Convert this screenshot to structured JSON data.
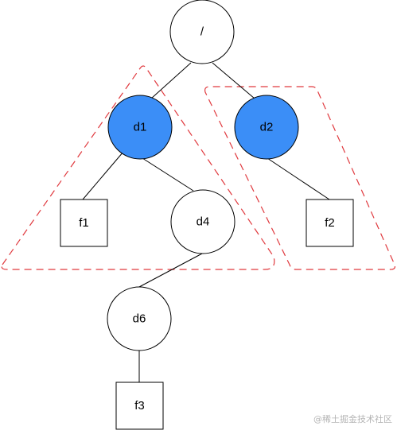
{
  "colors": {
    "selected_fill": "#3b8ef7",
    "default_fill": "#ffffff",
    "stroke": "#000000",
    "group_outline": "#e0393e"
  },
  "nodes": {
    "root": {
      "label": "/",
      "shape": "circle",
      "selected": false
    },
    "d1": {
      "label": "d1",
      "shape": "circle",
      "selected": true
    },
    "d2": {
      "label": "d2",
      "shape": "circle",
      "selected": true
    },
    "f1": {
      "label": "f1",
      "shape": "square",
      "selected": false
    },
    "d4": {
      "label": "d4",
      "shape": "circle",
      "selected": false
    },
    "f2": {
      "label": "f2",
      "shape": "square",
      "selected": false
    },
    "d6": {
      "label": "d6",
      "shape": "circle",
      "selected": false
    },
    "f3": {
      "label": "f3",
      "shape": "square",
      "selected": false
    }
  },
  "edges": [
    [
      "root",
      "d1"
    ],
    [
      "root",
      "d2"
    ],
    [
      "d1",
      "f1"
    ],
    [
      "d1",
      "d4"
    ],
    [
      "d2",
      "f2"
    ],
    [
      "d4",
      "d6"
    ],
    [
      "d6",
      "f3"
    ]
  ],
  "groups": [
    {
      "name": "d1-subtree",
      "members": [
        "d1",
        "f1",
        "d4"
      ],
      "style": "dashed"
    },
    {
      "name": "d2-subtree",
      "members": [
        "d2",
        "f2"
      ],
      "style": "dashed"
    }
  ],
  "watermark": "@稀土掘金技术社区"
}
